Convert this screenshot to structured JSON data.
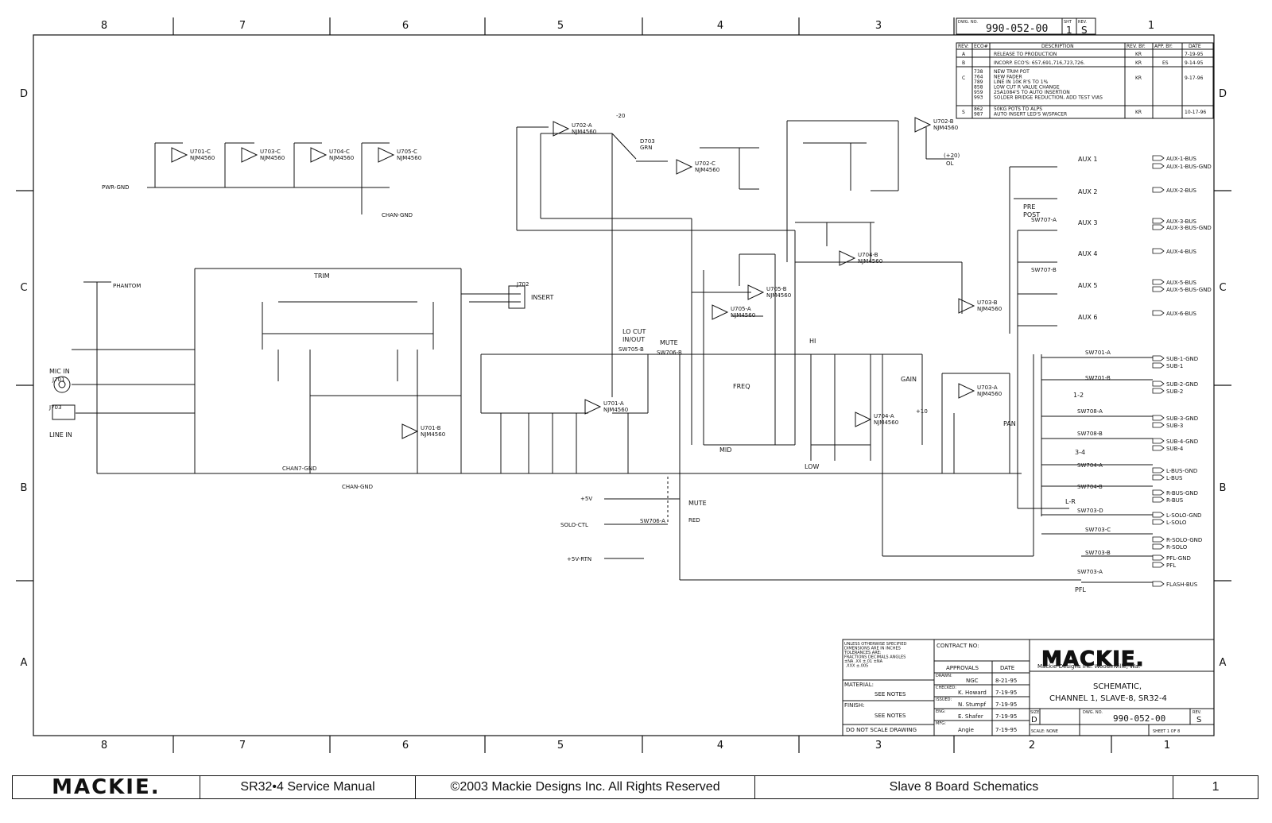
{
  "zone_columns": [
    "8",
    "7",
    "6",
    "5",
    "4",
    "3",
    "2",
    "1"
  ],
  "zone_rows": [
    "D",
    "C",
    "B",
    "A"
  ],
  "dwg": {
    "dwg_no_label": "DWG. NO.",
    "number": "990-052-00",
    "sheet_label": "SHT",
    "sheet": "1",
    "rev_label": "REV.",
    "rev": "S"
  },
  "revisions": {
    "headers": [
      "REV:",
      "ECO#",
      "DESCRIPTION",
      "REV. BY:",
      "APP. BY:",
      "DATE"
    ],
    "rows": [
      {
        "rev": "A",
        "eco": "",
        "desc": "RELEASE TO PRODUCTION",
        "by": "KR",
        "app": "",
        "date": "7-19-95"
      },
      {
        "rev": "B",
        "eco": "",
        "desc": "INCORP. ECO'S: 657,691,716,723,726.",
        "by": "KR",
        "app": "ES",
        "date": "9-14-95"
      },
      {
        "rev": "C",
        "eco": "738\n764\n789\n858\n959\n993",
        "desc": "NEW TRIM POT\nNEW FADER\nLINE IN 10K R'S TO 1%\nLOW CUT R VALUE CHANGE\n2SA1084'S TO AUTO INSERTION\nSOLDER BRIDGE REDUCTION, ADD TEST VIAS",
        "by": "KR",
        "app": "",
        "date": "9-17-96"
      },
      {
        "rev": "S",
        "eco": "862\n987",
        "desc": "50KG POTS TO ALPS\nAUTO INSERT LED'S W/SPACER",
        "by": "KR",
        "app": "",
        "date": "10-17-96"
      }
    ]
  },
  "labels": {
    "pwr_gnd": "PWR-GND",
    "chan_gnd": "CHAN-GND",
    "chan_gnd2": "CHAN-GND",
    "chanz_gnd": "CHAN7-GND",
    "phantom": "PHANTOM",
    "mic_in": "MIC IN",
    "line_in": "LINE IN",
    "j701": "J701",
    "j703": "J703",
    "j702": "J702",
    "insert": "INSERT",
    "trim": "TRIM",
    "lo_cut": "LO CUT",
    "in_out": "IN/OUT",
    "mute": "MUTE",
    "mute2": "MUTE",
    "freq": "FREQ",
    "mid": "MID",
    "hi": "HI",
    "low": "LOW",
    "gain": "GAIN",
    "pan": "PAN",
    "pre": "PRE",
    "post": "POST",
    "pfl": "PFL",
    "solo_ctl": "SOLO-CTL",
    "ol": "OL",
    "plus20": "(+20)",
    "minus20": "-20",
    "plus10": "+10",
    "d703": "D703",
    "grn": "GRN",
    "red": "RED",
    "lr": "L-R",
    "one_two": "1-2",
    "three_four": "3-4",
    "v5": "+5V",
    "v5rtn": "+5V-RTN"
  },
  "op_amps": [
    {
      "ref": "U701-C",
      "part": "NJM4560"
    },
    {
      "ref": "U703-C",
      "part": "NJM4560"
    },
    {
      "ref": "U704-C",
      "part": "NJM4560"
    },
    {
      "ref": "U705-C",
      "part": "NJM4560"
    },
    {
      "ref": "U702-A",
      "part": "NJM4560"
    },
    {
      "ref": "U702-C",
      "part": "NJM4560"
    },
    {
      "ref": "U702-B",
      "part": "NJM4560"
    },
    {
      "ref": "U704-B",
      "part": "NJM4560"
    },
    {
      "ref": "U705-A",
      "part": "NJM4560"
    },
    {
      "ref": "U705-B",
      "part": "NJM4560"
    },
    {
      "ref": "U701-A",
      "part": "NJM4560"
    },
    {
      "ref": "U701-B",
      "part": "NJM4560"
    },
    {
      "ref": "U704-A",
      "part": "NJM4560"
    },
    {
      "ref": "U703-A",
      "part": "NJM4560"
    },
    {
      "ref": "U703-B",
      "part": "NJM4560"
    }
  ],
  "buses": [
    "AUX-1-BUS",
    "AUX-1-BUS-GND",
    "AUX-2-BUS",
    "AUX-3-BUS",
    "AUX-3-BUS-GND",
    "AUX-4-BUS",
    "AUX-5-BUS",
    "AUX-5-BUS-GND",
    "AUX-6-BUS",
    "SUB-1-GND",
    "SUB-1",
    "SUB-2-GND",
    "SUB-2",
    "SUB-3-GND",
    "SUB-3",
    "SUB-4-GND",
    "SUB-4",
    "L-BUS-GND",
    "L-BUS",
    "R-BUS-GND",
    "R-BUS",
    "L-SOLO-GND",
    "L-SOLO",
    "R-SOLO-GND",
    "R-SOLO",
    "PFL-GND",
    "PFL",
    "FLASH-BUS"
  ],
  "aux_labels": [
    "AUX 1",
    "AUX 2",
    "AUX 3",
    "AUX 4",
    "AUX 5",
    "AUX 6"
  ],
  "switches": [
    "SW701-A",
    "SW701-B",
    "SW708-A",
    "SW708-B",
    "SW704-A",
    "SW704-B",
    "SW703-D",
    "SW703-C",
    "SW703-B",
    "SW703-A",
    "SW705-B",
    "SW706-B",
    "SW706-A",
    "SW707-A",
    "SW707-B"
  ],
  "title_block": {
    "unless": "UNLESS OTHERWISE SPECIFIED\nDIMENSIONS ARE IN INCHES\nTOLERANCES ARE:\nFRACTIONS  DECIMALS  ANGLES\n±NA   .XX ±.01  ±NA\n       .XXX ±.005",
    "material_label": "MATERIAL:",
    "material": "SEE NOTES",
    "finish_label": "FINISH:",
    "finish": "SEE NOTES",
    "do_not_scale": "DO NOT SCALE DRAWING",
    "contract_no": "CONTRACT NO:",
    "approvals": "APPROVALS",
    "date": "DATE",
    "drawn_label": "DRAWN:",
    "drawn": "NGC",
    "drawn_date": "8-21-95",
    "checked_label": "CHECKED:",
    "checked": "K. Howard",
    "checked_date": "7-19-95",
    "issued_label": "ISSUED:",
    "issued": "N. Stumpf",
    "issued_date": "7-19-95",
    "eng_label": "ENG:",
    "eng": "E. Shafer",
    "eng_date": "7-19-95",
    "mfg_label": "MFG:",
    "mfg": "Angie",
    "mfg_date": "7-19-95",
    "logo": "MACKIE.",
    "company": "Mackie Designs Inc.  Woodinville, Wa.",
    "title1": "SCHEMATIC,",
    "title2": "CHANNEL 1, SLAVE-8, SR32-4",
    "size_label": "SIZE",
    "size": "D",
    "dwg_no_label": "DWG. NO.",
    "dwg_no": "990-052-00",
    "rev_label": "REV.",
    "rev": "S",
    "scale": "SCALE: NONE",
    "sheet": "SHEET  1  OF  8"
  },
  "footer": {
    "logo": "MACKIE.",
    "manual": "SR32•4 Service Manual",
    "copyright": "©2003 Mackie Designs Inc. All Rights Reserved",
    "section": "Slave 8 Board Schematics",
    "page": "1"
  }
}
